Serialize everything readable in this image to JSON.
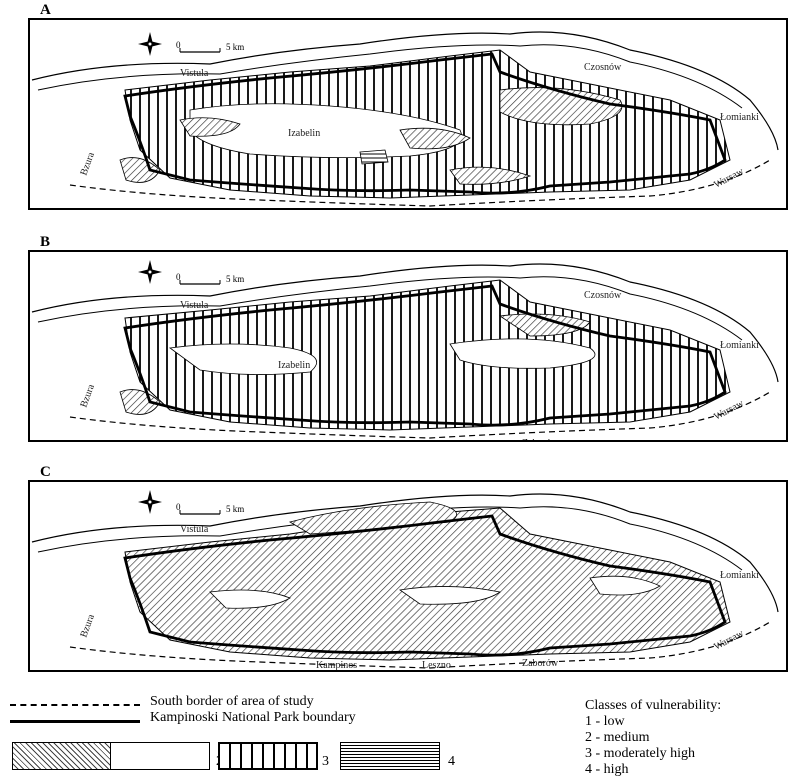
{
  "panels": [
    {
      "label": "A"
    },
    {
      "label": "B"
    },
    {
      "label": "C"
    }
  ],
  "map_labels": {
    "vistula": "Vistula",
    "czosnow": "Czosnów",
    "lomianki": "Łomianki",
    "warsaw": "Warsaw",
    "kampinos": "Kampinos",
    "leszno": "Leszno",
    "zaborow": "Zaborów",
    "izabelin": "Izabelin",
    "bzura": "Bzura"
  },
  "scale": {
    "zero": "0",
    "distance": "5 km"
  },
  "legend": {
    "south_border": "South border of area of study",
    "park_boundary": "Kampinoski National Park boundary",
    "classes_title": "Classes of vulnerability:",
    "classes": [
      "1 - low",
      "2 - medium",
      "3 - moderately high",
      "4 - high"
    ],
    "swatch_numbers": [
      "1",
      "2",
      "3",
      "4"
    ]
  }
}
